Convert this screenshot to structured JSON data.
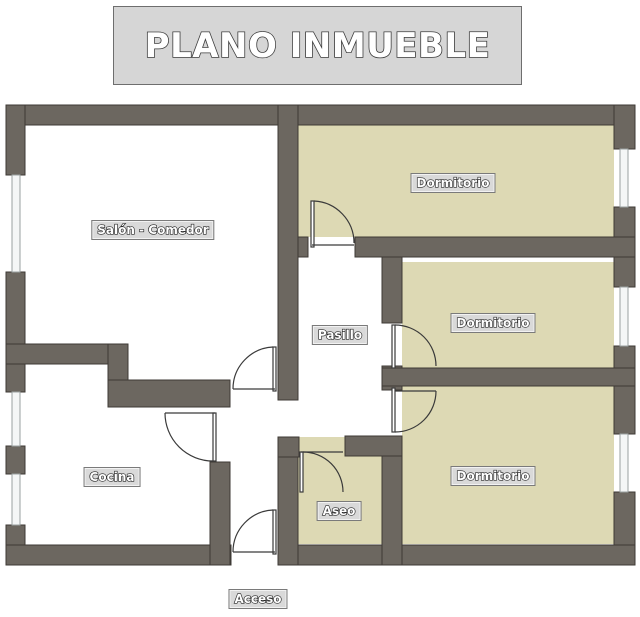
{
  "title": "PLANO INMUEBLE",
  "rooms": {
    "salon": "Salón - Comedor",
    "dormitorio_1": "Dormitorio",
    "dormitorio_2": "Dormitorio",
    "dormitorio_3": "Dormitorio",
    "pasillo": "Pasillo",
    "cocina": "Cocina",
    "aseo": "Aseo"
  },
  "entrance": "Acceso",
  "colors": {
    "wall": "#6c6760",
    "bedroom_fill": "#ddd9b4",
    "hall_fill": "#ffffff",
    "window": "#cfd6d6"
  }
}
